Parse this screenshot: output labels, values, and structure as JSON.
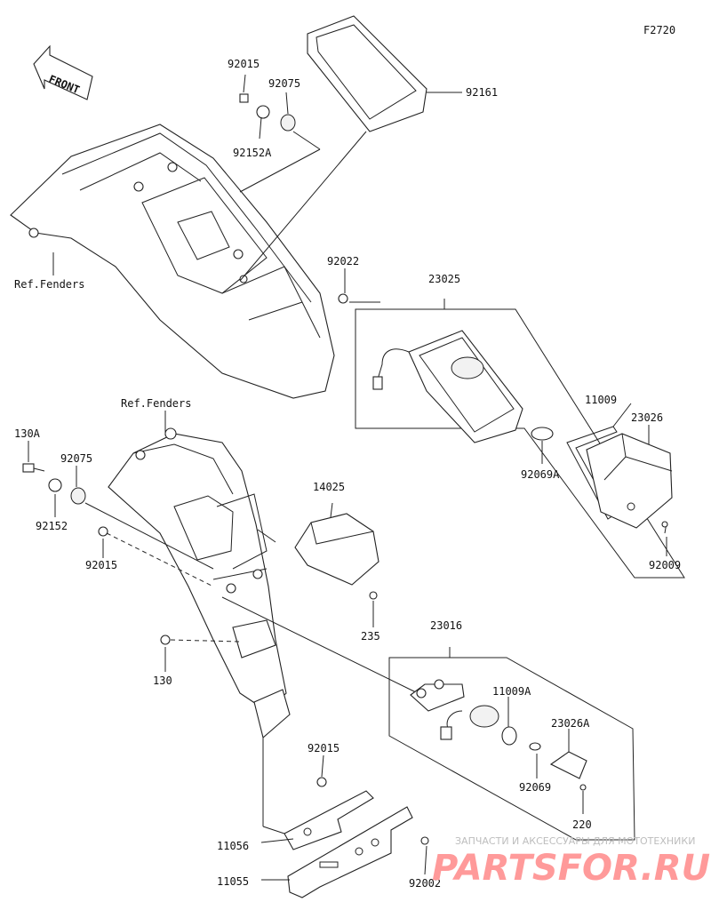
{
  "diagram_code": "F2720",
  "front_label": "FRONT",
  "ref_labels": {
    "top": "Ref.Fenders",
    "middle": "Ref.Fenders"
  },
  "part_labels": {
    "p92015_top": "92015",
    "p92075_top": "92075",
    "p92152A": "92152A",
    "p92161": "92161",
    "p92022": "92022",
    "p23025": "23025",
    "p11009": "11009",
    "p23026": "23026",
    "p92069A": "92069A",
    "p92009": "92009",
    "p130A": "130A",
    "p92075_mid": "92075",
    "p92152": "92152",
    "p92015_mid": "92015",
    "p14025": "14025",
    "p235": "235",
    "p130": "130",
    "p23016": "23016",
    "p11009A": "11009A",
    "p23026A": "23026A",
    "p92069": "92069",
    "p220": "220",
    "p92015_bot": "92015",
    "p11056": "11056",
    "p11055": "11055",
    "p92002": "92002"
  },
  "watermark": {
    "tagline": "ЗАПЧАСТИ И АКСЕССУАРЫ ДЛЯ МОТОТЕХНИКИ",
    "brand": "PARTSFOR.RU"
  }
}
